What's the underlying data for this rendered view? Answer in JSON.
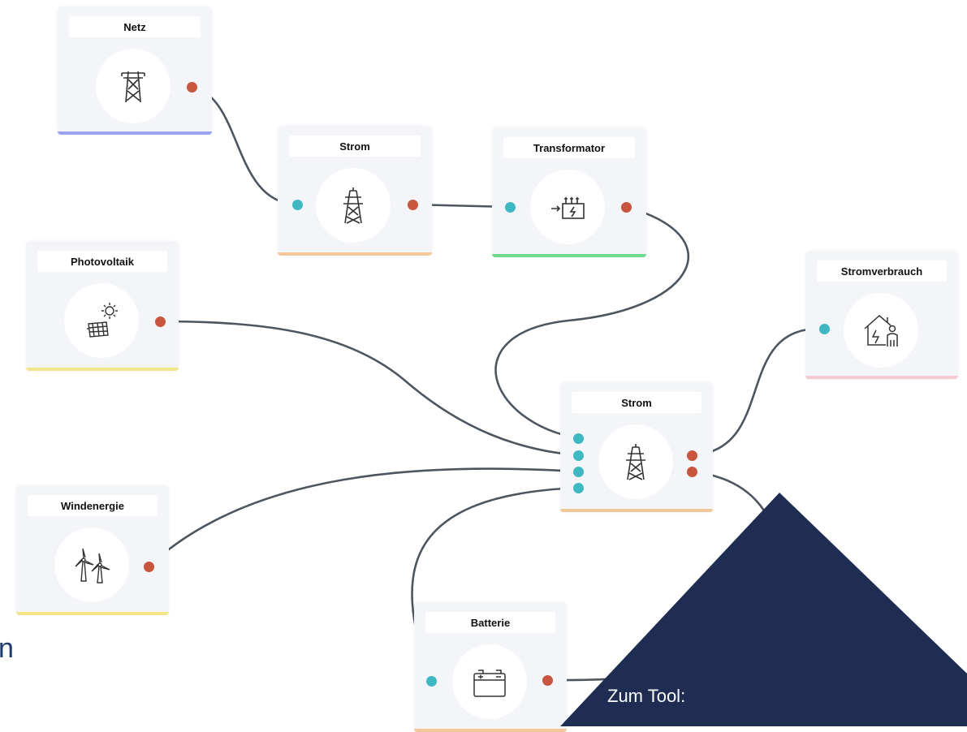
{
  "nodes": {
    "netz": {
      "label": "Netz",
      "icon": "power-pylon-icon",
      "bar_color": "#9aa3f0"
    },
    "strom_top": {
      "label": "Strom",
      "icon": "power-pylon-icon",
      "bar_color": "#f2c79a"
    },
    "transformator": {
      "label": "Transformator",
      "icon": "transformer-icon",
      "bar_color": "#6fd98c"
    },
    "photovoltaik": {
      "label": "Photovoltaik",
      "icon": "solar-panel-icon",
      "bar_color": "#f2e58a"
    },
    "stromverbrauch": {
      "label": "Stromverbrauch",
      "icon": "house-consumer-icon",
      "bar_color": "#f6c9d2"
    },
    "strom_hub": {
      "label": "Strom",
      "icon": "power-pylon-icon",
      "bar_color": "#f2c79a"
    },
    "windenergie": {
      "label": "Windenergie",
      "icon": "wind-turbines-icon",
      "bar_color": "#f2e58a"
    },
    "batterie": {
      "label": "Batterie",
      "icon": "battery-icon",
      "bar_color": "#f2c79a"
    }
  },
  "connections": [
    {
      "from": "netz",
      "to": "strom_top"
    },
    {
      "from": "strom_top",
      "to": "transformator"
    },
    {
      "from": "transformator",
      "to": "strom_hub"
    },
    {
      "from": "photovoltaik",
      "to": "strom_hub"
    },
    {
      "from": "windenergie",
      "to": "strom_hub"
    },
    {
      "from": "batterie",
      "to": "strom_hub"
    },
    {
      "from": "strom_hub",
      "to": "stromverbrauch"
    },
    {
      "from": "strom_hub",
      "to": "batterie"
    }
  ],
  "cta": {
    "label": "Zum Tool:",
    "background": "#1f2d52"
  },
  "cut_text": "n",
  "colors": {
    "wire": "#4d5660",
    "port_in": "#3fb8c2",
    "port_out": "#c8553d"
  }
}
